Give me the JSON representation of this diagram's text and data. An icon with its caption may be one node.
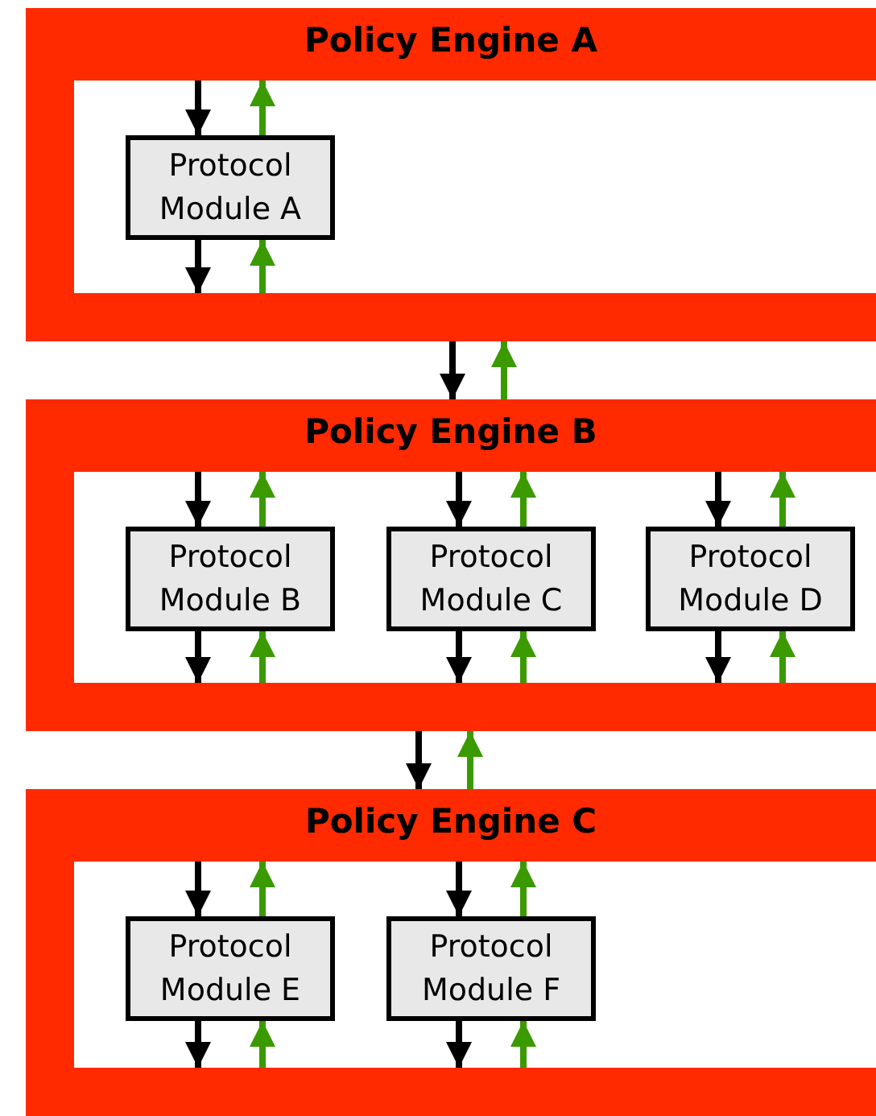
{
  "diagram": {
    "nodes": [
      {
        "text": [
          "Policy Engine A"
        ]
      },
      {
        "text": [
          "Protocol Module A"
        ],
        "in": 0
      },
      {
        "text": [
          "Policy Engine B"
        ]
      },
      {
        "text": [
          "Protocol Module B"
        ],
        "in": 2
      },
      {
        "text": [
          "Protocol Module C"
        ],
        "in": 2
      },
      {
        "text": [
          "Protocol Module D"
        ],
        "in": 2
      },
      {
        "text": [
          "Policy Engine C"
        ]
      },
      {
        "text": [
          "Protocol Module E"
        ],
        "in": 6
      },
      {
        "text": [
          "Protocol Module F"
        ],
        "in": 6
      }
    ],
    "edges": [
      {
        "from": null,
        "to": 1,
        "arrow": "to"
      },
      {
        "from": 1,
        "to": null,
        "arrow": "to",
        "color": "#3a9a00"
      },
      {
        "from": 1,
        "to": null,
        "arrow": "to"
      },
      {
        "from": null,
        "to": 1,
        "arrow": "to",
        "color": "#3a9a00"
      },
      {
        "from": 0,
        "to": 2,
        "arrow": "to"
      },
      {
        "from": 2,
        "to": 0,
        "arrow": "to",
        "color": "#3a9a00"
      },
      {
        "from": null,
        "to": 3,
        "arrow": "to"
      },
      {
        "from": 3,
        "to": null,
        "arrow": "to",
        "color": "#3a9a00"
      },
      {
        "from": 3,
        "to": null,
        "arrow": "to"
      },
      {
        "from": null,
        "to": 3,
        "arrow": "to",
        "color": "#3a9a00"
      },
      {
        "from": null,
        "to": 4,
        "arrow": "to"
      },
      {
        "from": 4,
        "to": null,
        "arrow": "to",
        "color": "#3a9a00"
      },
      {
        "from": 4,
        "to": null,
        "arrow": "to"
      },
      {
        "from": null,
        "to": 4,
        "arrow": "to",
        "color": "#3a9a00"
      },
      {
        "from": null,
        "to": 5,
        "arrow": "to"
      },
      {
        "from": 5,
        "to": null,
        "arrow": "to",
        "color": "#3a9a00"
      },
      {
        "from": 5,
        "to": null,
        "arrow": "to"
      },
      {
        "from": null,
        "to": 5,
        "arrow": "to",
        "color": "#3a9a00"
      },
      {
        "from": 2,
        "to": 6,
        "arrow": "to"
      },
      {
        "from": 6,
        "to": 2,
        "arrow": "to",
        "color": "#3a9a00"
      },
      {
        "from": null,
        "to": 7,
        "arrow": "to"
      },
      {
        "from": 7,
        "to": null,
        "arrow": "to",
        "color": "#3a9a00"
      },
      {
        "from": 7,
        "to": null,
        "arrow": "to"
      },
      {
        "from": null,
        "to": 7,
        "arrow": "to",
        "color": "#3a9a00"
      },
      {
        "from": null,
        "to": 8,
        "arrow": "to"
      },
      {
        "from": 8,
        "to": null,
        "arrow": "to",
        "color": "#3a9a00"
      },
      {
        "from": 8,
        "to": null,
        "arrow": "to"
      },
      {
        "from": null,
        "to": 8,
        "arrow": "to",
        "color": "#3a9a00"
      }
    ]
  }
}
